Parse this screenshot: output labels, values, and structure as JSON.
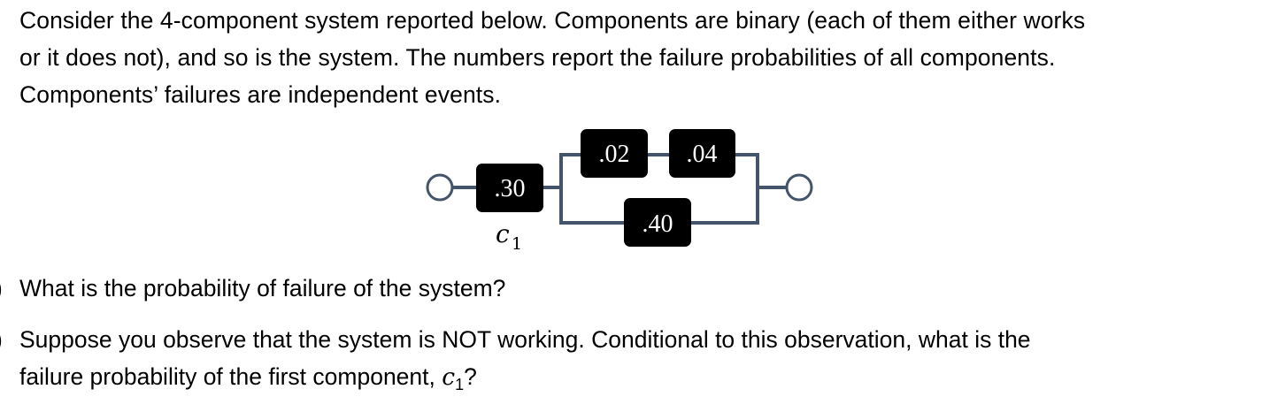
{
  "intro": {
    "line1": "Consider the 4-component system reported below.  Components are binary (each of them either works",
    "line2": "or it does not), and so is the system.  The numbers report the failure probabilities of all components.",
    "line3": "Components’ failures are independent events."
  },
  "diagram": {
    "components": {
      "c1": "0.30",
      "top_left": ".02",
      "top_right": ".04",
      "bottom": ".40"
    },
    "c1_display": ".30",
    "c1_label_var": "c",
    "c1_label_sub": "1",
    "colors": {
      "box_fill": "#000000",
      "box_text": "#ffffff",
      "wire": "#44546a",
      "terminal_stroke": "#44546a"
    }
  },
  "questions": {
    "a_marker": ")",
    "a_text": "What is the probability of failure of the system?",
    "b_marker": ")",
    "b_line1": "Suppose you observe that the system is NOT working.  Conditional to this observation, what is the",
    "b_line2_prefix": "failure probability of the first component, ",
    "b_line2_var": "c",
    "b_line2_sub": "1",
    "b_line2_suffix": "?"
  }
}
